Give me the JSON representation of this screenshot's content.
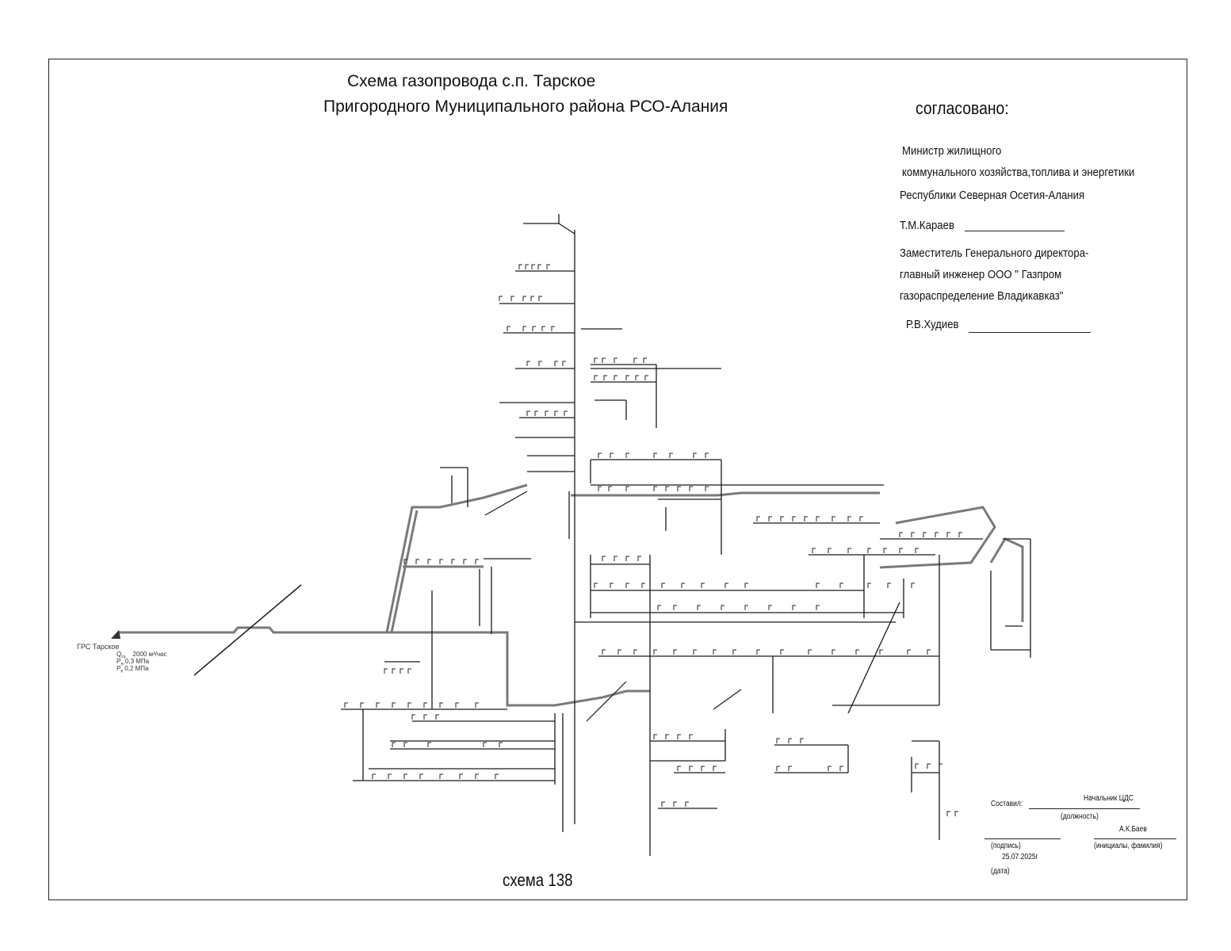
{
  "title": {
    "line1": "Схема газопровода с.п. Тарское",
    "line2": "Пригородного  Муниципального района РСО-Алания"
  },
  "approval": {
    "heading": "согласовано:",
    "minister_line1": "Министр жилищного",
    "minister_line2": "коммунального  хозяйства,топлива и энергетики",
    "minister_line3": "Республики Северная Осетия-Алания",
    "minister_name": "Т.М.Караев",
    "deputy_line1": "Заместитель Генерального директора-",
    "deputy_line2": "главный инженер ООО \" Газпром",
    "deputy_line3": "газораспределение Владикавказ\"",
    "deputy_name": "Р.В.Худиев"
  },
  "station": {
    "name": "ГРС Тарское",
    "flow_prefix": "Q",
    "flow_sub": "гч",
    "flow_value": "2000 м³/час",
    "p_in_prefix": "P",
    "p_in_sub": "н",
    "p_in_value": "0,3 МПа",
    "p_out_prefix": "P",
    "p_out_sub": "к",
    "p_out_value": "0,2 МПа"
  },
  "stamp": {
    "compiled_label": "Составил:",
    "position_value": "Начальник ЦДС",
    "position_label": "(должность)",
    "name_value": "А.К.Баев",
    "signature_label": "(подпись)",
    "name_label": "(инициалы, фамилия)",
    "date_value": "25.07.2025г",
    "date_label": "(дата)"
  },
  "scheme_number": "схема 138",
  "colors": {
    "line": "#1a1a1a",
    "main_pipe": "#7a7a7a",
    "frame": "#222222"
  }
}
